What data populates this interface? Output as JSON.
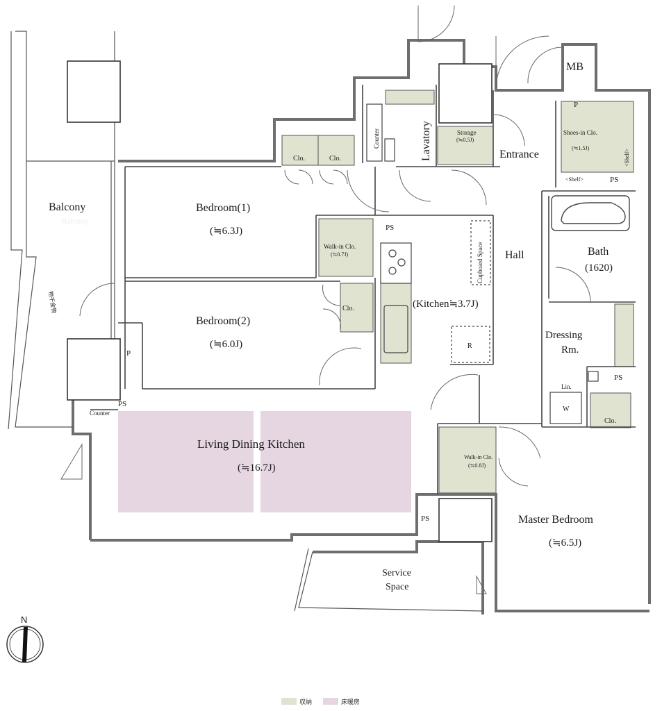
{
  "colors": {
    "storage": "#dfe3d0",
    "floor_heating": "#e6d6e2",
    "wall": "#6e6e6e",
    "line": "#444444"
  },
  "rooms": {
    "balcony": {
      "name": "Balcony",
      "ghost": "Balcony"
    },
    "bedroom1": {
      "name": "Bedroom(1)",
      "area": "(≒6.3J)"
    },
    "bedroom2": {
      "name": "Bedroom(2)",
      "area": "(≒6.0J)"
    },
    "ldk": {
      "name": "Living Dining Kitchen",
      "area": "(≒16.7J)"
    },
    "kitchen": {
      "name": "(Kitchen≒3.7J)"
    },
    "hall": {
      "name": "Hall"
    },
    "entrance": {
      "name": "Entrance"
    },
    "lavatory": {
      "name": "Lavatory"
    },
    "bath": {
      "name": "Bath",
      "size": "(1620)"
    },
    "dressing": {
      "line1": "Dressing",
      "line2": "Rm."
    },
    "master": {
      "name": "Master Bedroom",
      "area": "(≒6.5J)"
    },
    "service": {
      "line1": "Service",
      "line2": "Space"
    },
    "mb": {
      "name": "MB"
    }
  },
  "fixtures": {
    "clo": "Clo.",
    "ps": "PS",
    "p": "P",
    "counter": "Counter",
    "storage": "Storage",
    "storage_area": "(≒0.5J)",
    "walkin": "Walk-in Clo.",
    "walkin1_area": "(≒0.7J)",
    "walkin2_area": "(≒0.8J)",
    "shoes": "Shoes-in Clo.",
    "shoes_area": "(≒1.5J)",
    "shelf": "<Shelf>",
    "cupboard": "Cupboard Space",
    "fridge": "R",
    "lin": "Lin.",
    "washer": "W",
    "drying_rack": "物干金物"
  },
  "compass": {
    "label": "N"
  },
  "legend": [
    {
      "label": "収納",
      "color": "#dfe3d0"
    },
    {
      "label": "床暖房",
      "color": "#e6d6e2"
    }
  ]
}
